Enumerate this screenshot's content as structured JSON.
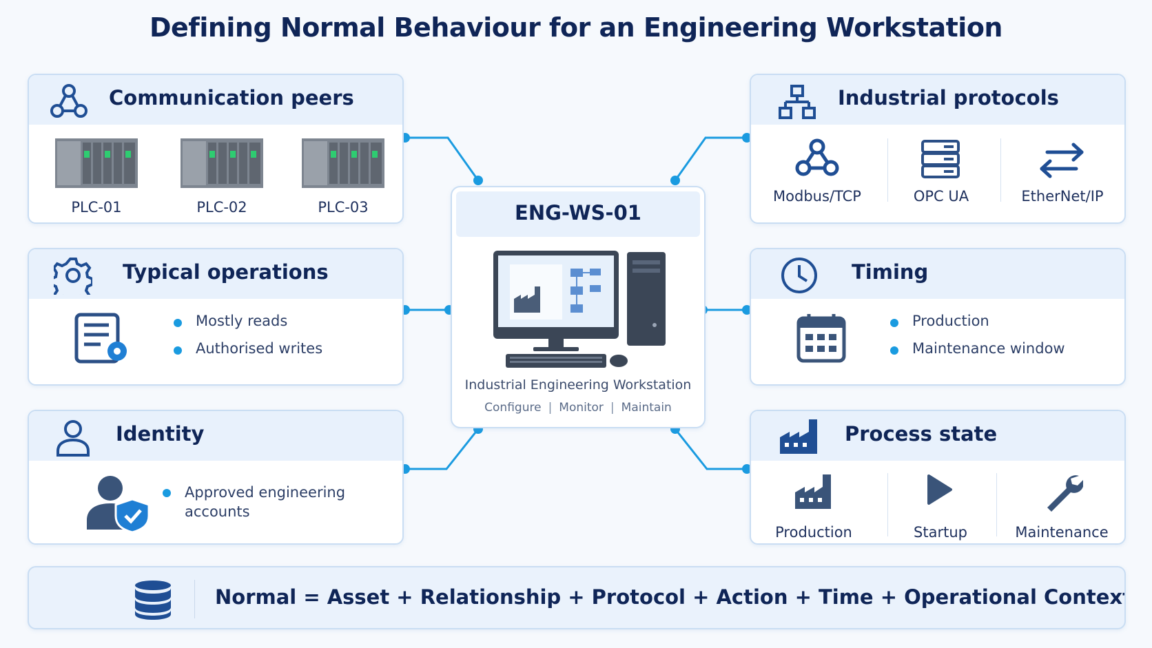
{
  "title": "Defining Normal Behaviour for an Engineering Workstation",
  "center": {
    "name": "ENG-WS-01",
    "subtitle": "Industrial Engineering Workstation",
    "modes": [
      "Configure",
      "Monitor",
      "Maintain"
    ]
  },
  "communication_peers": {
    "title": "Communication peers",
    "icon": "network-nodes-icon",
    "items": [
      "PLC-01",
      "PLC-02",
      "PLC-03"
    ]
  },
  "typical_operations": {
    "title": "Typical operations",
    "icon": "gear-icon",
    "items": [
      "Mostly reads",
      "Authorised writes"
    ]
  },
  "identity": {
    "title": "Identity",
    "icon": "user-icon",
    "text_line1": "Approved engineering",
    "text_line2": "accounts"
  },
  "industrial_protocols": {
    "title": "Industrial protocols",
    "icon": "hierarchy-icon",
    "items": [
      "Modbus/TCP",
      "OPC UA",
      "EtherNet/IP"
    ]
  },
  "timing": {
    "title": "Timing",
    "icon": "clock-icon",
    "items": [
      "Production",
      "Maintenance window"
    ]
  },
  "process_state": {
    "title": "Process state",
    "icon": "factory-icon",
    "items": [
      "Production",
      "Startup",
      "Maintenance"
    ]
  },
  "formula": {
    "icon": "database-icon",
    "text": "Normal = Asset + Relationship + Protocol + Action + Time + Operational Context"
  },
  "colors": {
    "navy": "#0f2557",
    "accent_blue": "#1a9be0",
    "icon_blue": "#1f4e94",
    "header_fill": "#e8f1fc",
    "border": "#c9ddf3"
  }
}
